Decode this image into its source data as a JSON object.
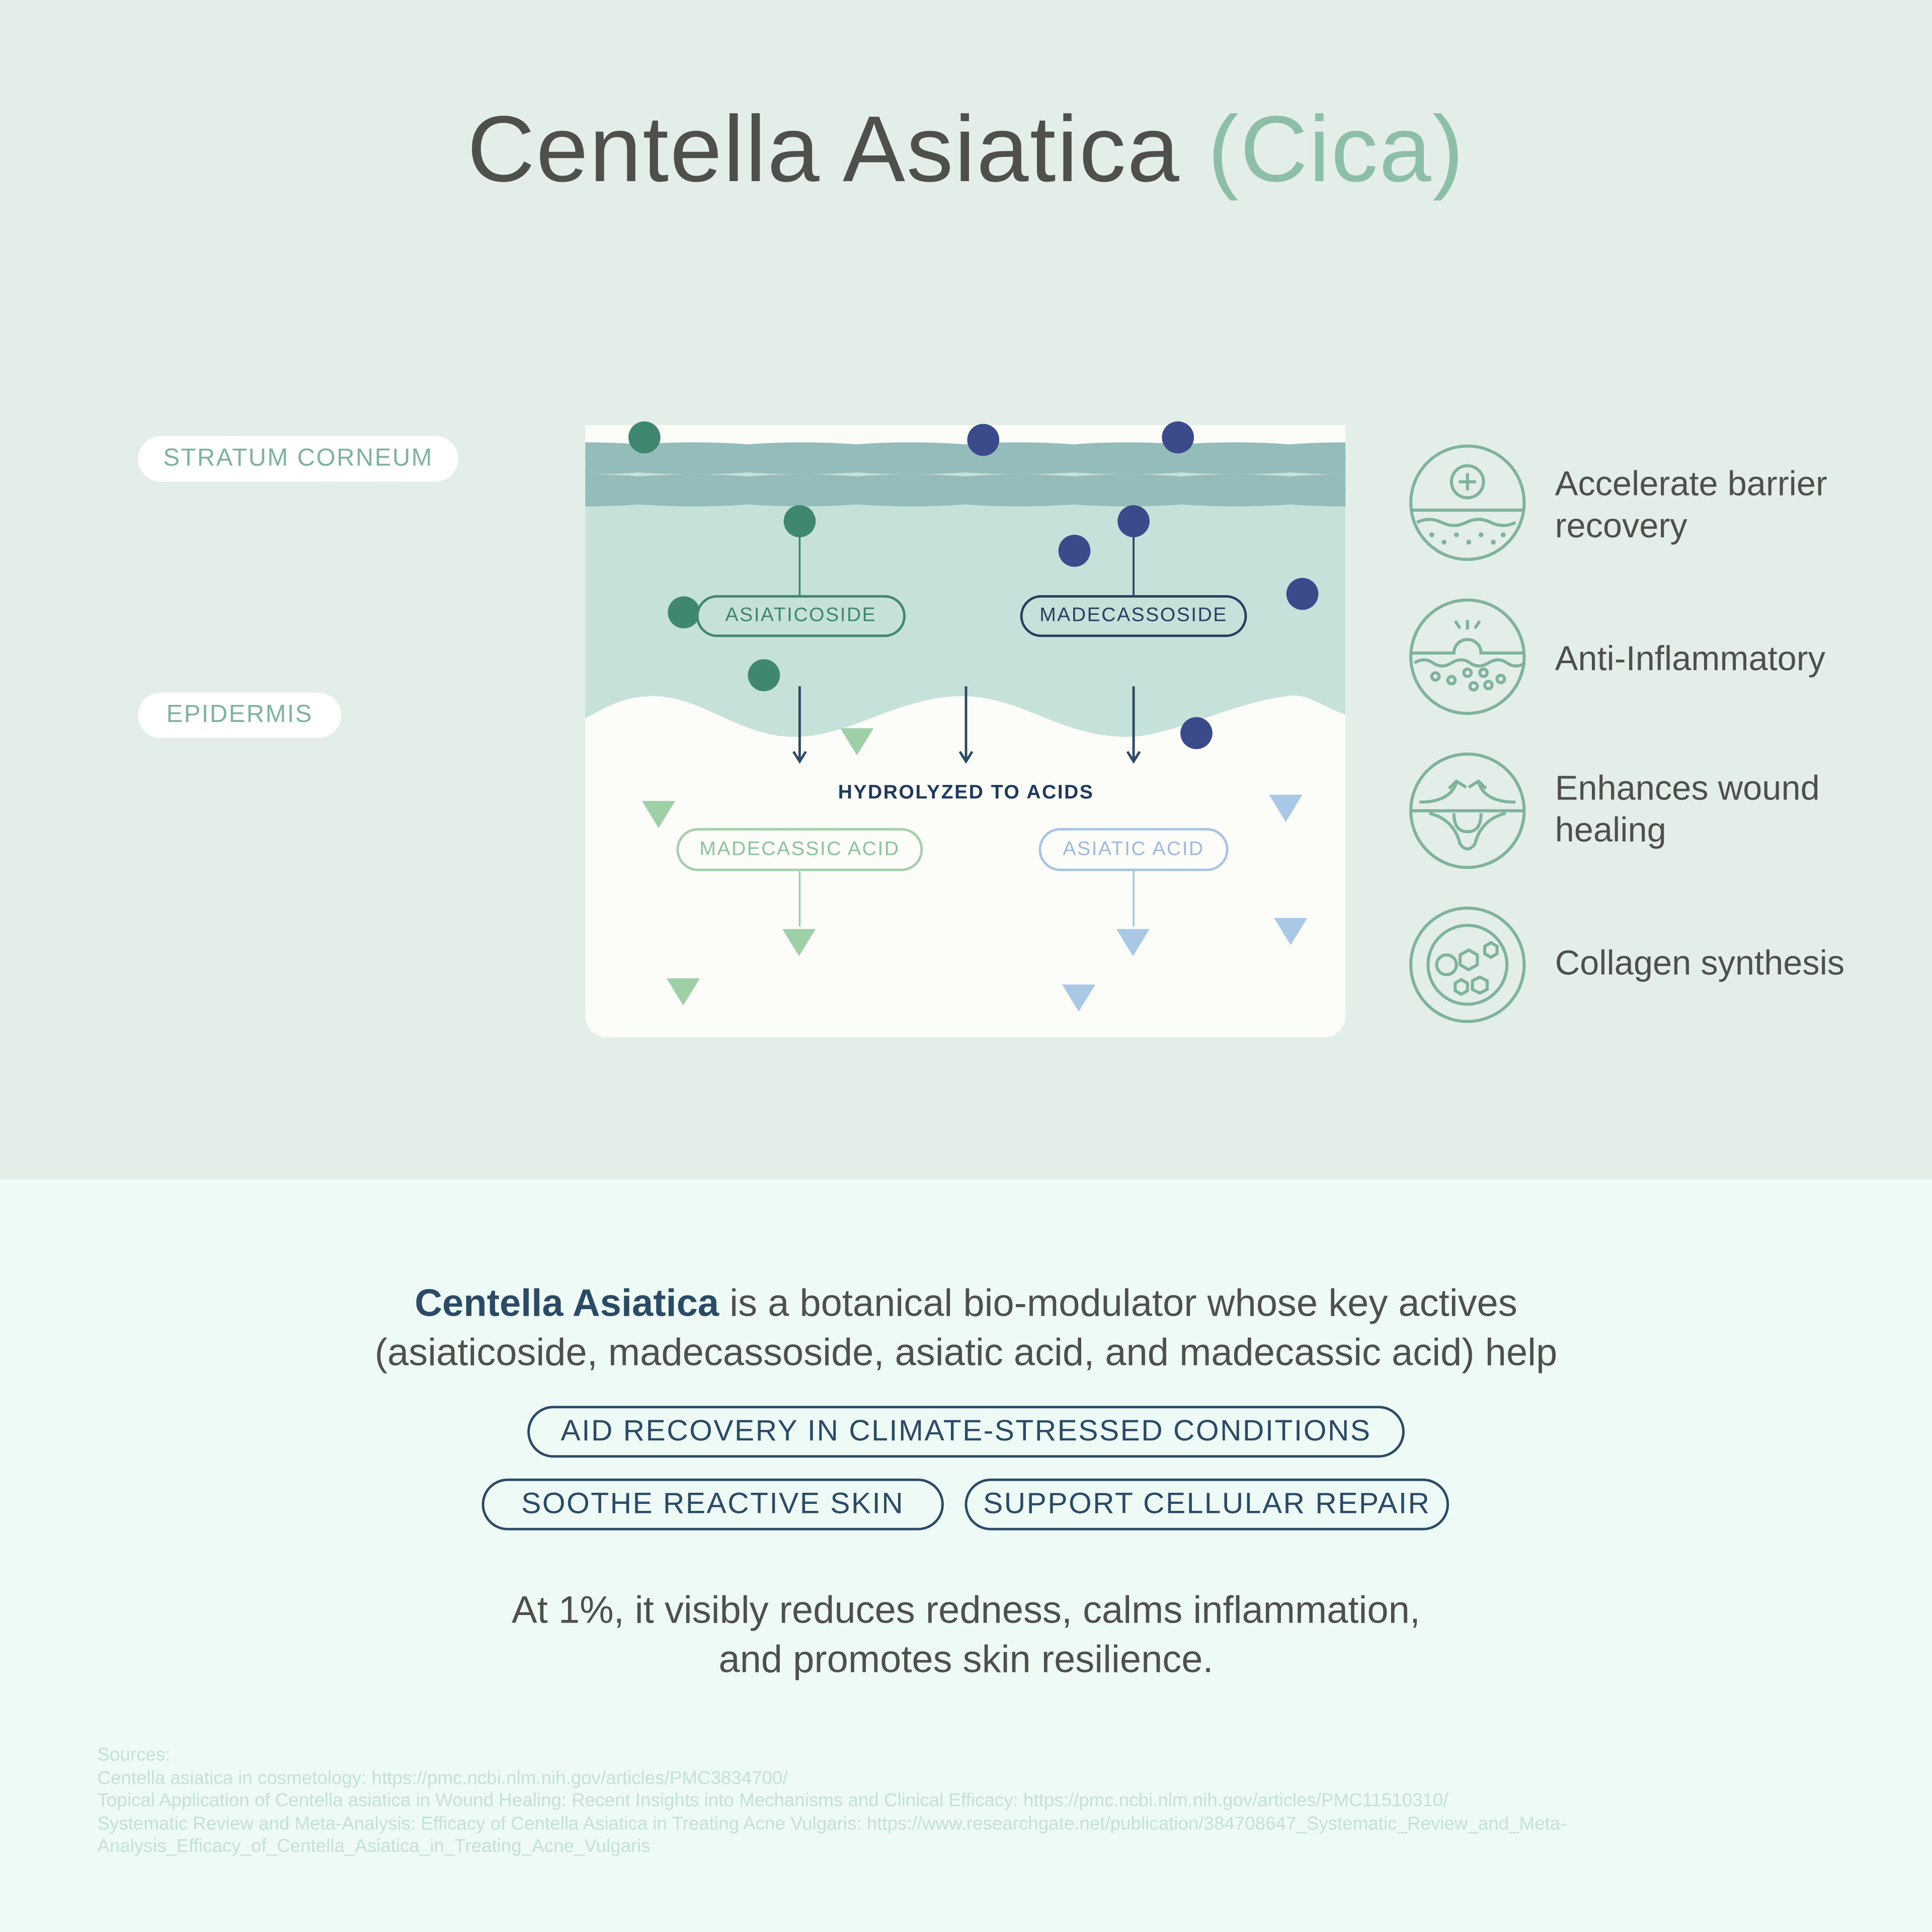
{
  "title": {
    "main": "Centella Asiatica",
    "accent": "(Cica)"
  },
  "layers": {
    "stratum_corneum": "STRATUM CORNEUM",
    "epidermis": "EPIDERMIS"
  },
  "diagram": {
    "asiaticoside": "ASIATICOSIDE",
    "madecassoside": "MADECASSOSIDE",
    "hydrolyzed": "HYDROLYZED TO ACIDS",
    "madecassic_acid": "MADECASSIC ACID",
    "asiatic_acid": "ASIATIC ACID"
  },
  "benefits": [
    {
      "icon": "barrier-recovery-icon",
      "label": "Accelerate barrier recovery"
    },
    {
      "icon": "anti-inflammatory-icon",
      "label": "Anti-Inflammatory"
    },
    {
      "icon": "wound-healing-icon",
      "label": "Enhances wound healing"
    },
    {
      "icon": "collagen-icon",
      "label": "Collagen synthesis"
    }
  ],
  "summary": {
    "highlight": "Centella Asiatica",
    "line1_rest": " is a botanical bio-modulator whose key actives",
    "line2": "(asiaticoside, madecassoside, asiatic acid, and madecassic acid) help",
    "pills": [
      "AID RECOVERY IN CLIMATE-STRESSED CONDITIONS",
      "SOOTHE REACTIVE SKIN",
      "SUPPORT CELLULAR REPAIR"
    ],
    "closing1": "At 1%, it visibly reduces redness, calms inflammation,",
    "closing2": "and promotes skin resilience."
  },
  "sources": {
    "heading": "Sources:",
    "items": [
      "Centella asiatica in cosmetology: https://pmc.ncbi.nlm.nih.gov/articles/PMC3834700/",
      "Topical Application of Centella asiatica in Wound Healing: Recent Insights into Mechanisms and Clinical Efficacy: https://pmc.ncbi.nlm.nih.gov/articles/PMC11510310/",
      "Systematic Review and Meta-Analysis: Efficacy of Centella Asiatica in Treating Acne Vulgaris: https://www.researchgate.net/publication/384708647_Systematic_Review_and_Meta-Analysis_Efficacy_of_Centella_Asiatica_in_Treating_Acne_Vulgaris"
    ]
  },
  "colors": {
    "green": "#3f8770",
    "navy": "#3b4a8a",
    "teal": "#c6e0da",
    "band": "#93bcbb",
    "accent": "#8dbfa8",
    "text": "#4f504b",
    "dark_blue": "#2a4a66"
  }
}
